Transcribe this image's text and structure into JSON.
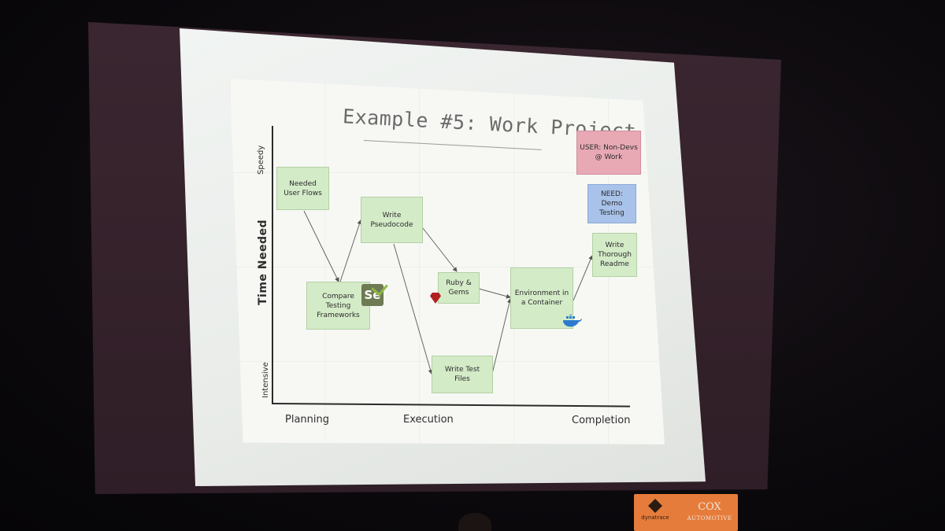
{
  "slide": {
    "title": "Example #5: Work Project",
    "y_axis": {
      "label": "Time Needed",
      "top": "Speedy",
      "bottom": "Intensive"
    },
    "x_axis": {
      "left": "Planning",
      "middle": "Execution",
      "right": "Completion"
    },
    "boxes": {
      "user_flows": "Needed\nUser Flows",
      "compare": "Compare\nTesting\nFrameworks",
      "pseudocode": "Write\nPseudocode",
      "ruby": "Ruby &\nGems",
      "test_files": "Write Test\nFiles",
      "container": "Environment in\na Container",
      "readme": "Write\nThorough\nReadme",
      "user": "USER: Non-Devs\n@ Work",
      "need": "NEED:\nDemo\nTesting"
    },
    "icons": {
      "selenium": "Se",
      "ruby": "ruby-gem-icon",
      "docker": "docker-whale-icon"
    },
    "colors": {
      "task_box": "#d4ebc8",
      "user_box": "#e8a9b5",
      "need_box": "#a9c2ea"
    }
  },
  "sponsors": {
    "dynatrace": "dynatrace",
    "cox_main": "COX",
    "cox_sub": "AUTOMOTIVE"
  }
}
